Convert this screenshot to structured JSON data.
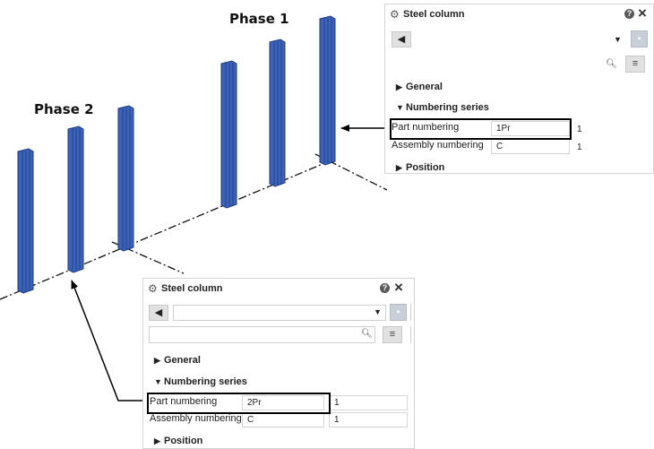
{
  "scene": {
    "phase1_label": "Phase 1",
    "phase2_label": "Phase 2",
    "column_color": "#3d63b8",
    "column_dark": "#1f3a82"
  },
  "panel_top": {
    "title": "Steel column",
    "sections": {
      "general": "General",
      "numbering_series": "Numbering series",
      "position": "Position"
    },
    "fields": {
      "part_numbering": {
        "label": "Part numbering",
        "prefix": "1Pr",
        "start": "1"
      },
      "assembly_numbering": {
        "label": "Assembly numbering",
        "prefix": "C",
        "start": "1"
      }
    }
  },
  "panel_bottom": {
    "title": "Steel column",
    "sections": {
      "general": "General",
      "numbering_series": "Numbering series",
      "position": "Position"
    },
    "fields": {
      "part_numbering": {
        "label": "Part numbering",
        "prefix": "2Pr",
        "start": "1"
      },
      "assembly_numbering": {
        "label": "Assembly numbering",
        "prefix": "C",
        "start": "1"
      }
    }
  },
  "icons": {
    "gear": "gear-icon",
    "help": "help-icon",
    "close": "close-icon",
    "back": "back-arrow-icon",
    "save": "save-icon",
    "search": "search-icon",
    "menu": "menu-icon"
  }
}
